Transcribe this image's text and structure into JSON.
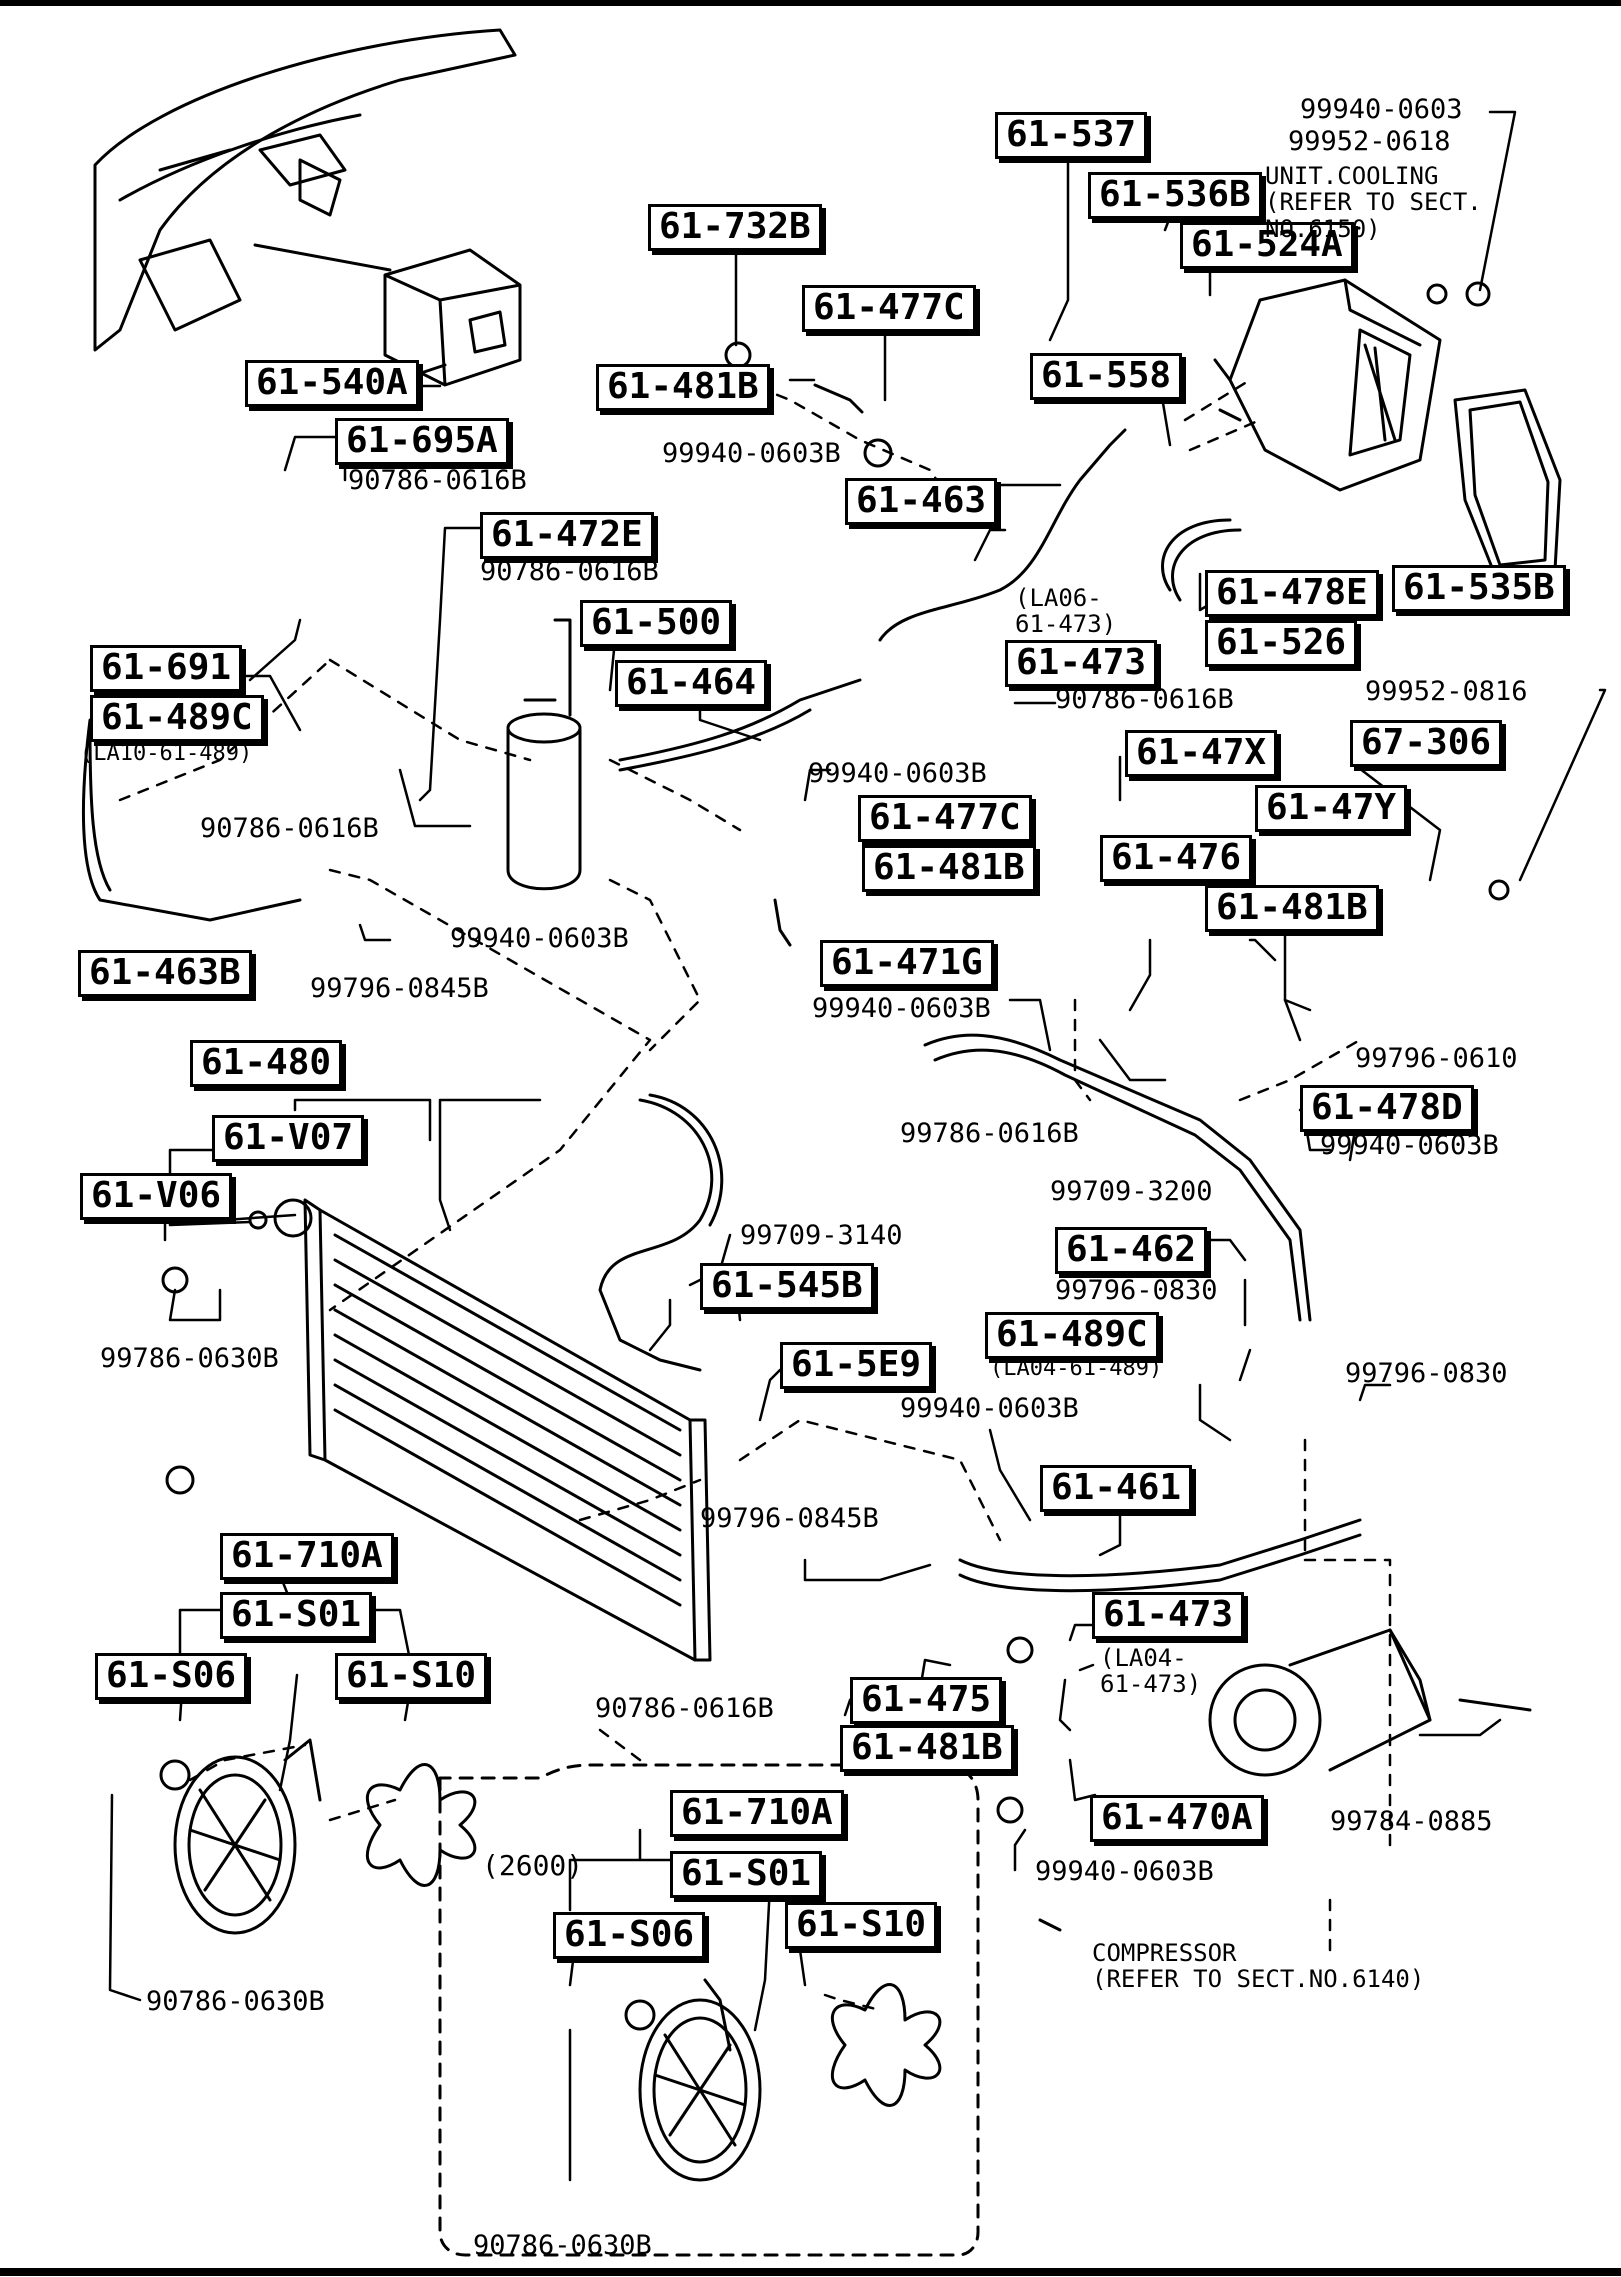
{
  "callouts": [
    {
      "id": "p1",
      "text": "61-537",
      "boxed": true
    },
    {
      "id": "p2",
      "text": "99940-0603",
      "boxed": false
    },
    {
      "id": "p3",
      "text": "99952-0618",
      "boxed": false
    },
    {
      "id": "p4",
      "text": "61-536B",
      "boxed": true
    },
    {
      "id": "p5",
      "text": "61-524A",
      "boxed": true
    },
    {
      "id": "p6",
      "text": "61-732B",
      "boxed": true
    },
    {
      "id": "p7",
      "text": "61-477C",
      "boxed": true
    },
    {
      "id": "p8",
      "text": "61-540A",
      "boxed": true
    },
    {
      "id": "p9",
      "text": "61-481B",
      "boxed": true
    },
    {
      "id": "p10",
      "text": "61-558",
      "boxed": true
    },
    {
      "id": "p11",
      "text": "61-695A",
      "boxed": true
    },
    {
      "id": "p12",
      "text": "99940-0603B",
      "boxed": false
    },
    {
      "id": "p13",
      "text": "90786-0616B",
      "boxed": false
    },
    {
      "id": "p14",
      "text": "61-463",
      "boxed": true
    },
    {
      "id": "p15",
      "text": "61-472E",
      "boxed": true
    },
    {
      "id": "p16",
      "text": "90786-0616B",
      "boxed": false
    },
    {
      "id": "p17",
      "text": "61-478E",
      "boxed": true
    },
    {
      "id": "p18",
      "text": "61-535B",
      "boxed": true
    },
    {
      "id": "p19",
      "text": "61-500",
      "boxed": true
    },
    {
      "id": "p20",
      "text": "61-526",
      "boxed": true
    },
    {
      "id": "p21",
      "text": "61-691",
      "boxed": true
    },
    {
      "id": "p22",
      "text": "61-464",
      "boxed": true
    },
    {
      "id": "p23",
      "text": "61-473",
      "boxed": true
    },
    {
      "id": "p24",
      "text": "61-489C",
      "boxed": true
    },
    {
      "id": "p25",
      "text": "90786-0616B",
      "boxed": false
    },
    {
      "id": "p26",
      "text": "99952-0816",
      "boxed": false
    },
    {
      "id": "p27",
      "text": "99940-0603B",
      "boxed": false
    },
    {
      "id": "p28",
      "text": "61-47X",
      "boxed": true
    },
    {
      "id": "p29",
      "text": "67-306",
      "boxed": true
    },
    {
      "id": "p30",
      "text": "61-477C",
      "boxed": true
    },
    {
      "id": "p31",
      "text": "61-47Y",
      "boxed": true
    },
    {
      "id": "p32",
      "text": "90786-0616B",
      "boxed": false
    },
    {
      "id": "p33",
      "text": "61-481B",
      "boxed": true
    },
    {
      "id": "p34",
      "text": "61-476",
      "boxed": true
    },
    {
      "id": "p35",
      "text": "99940-0603B",
      "boxed": false
    },
    {
      "id": "p36",
      "text": "61-481B",
      "boxed": true
    },
    {
      "id": "p37",
      "text": "61-471G",
      "boxed": true
    },
    {
      "id": "p38",
      "text": "61-463B",
      "boxed": true
    },
    {
      "id": "p39",
      "text": "99796-0845B",
      "boxed": false
    },
    {
      "id": "p40",
      "text": "99940-0603B",
      "boxed": false
    },
    {
      "id": "p41",
      "text": "99796-0610",
      "boxed": false
    },
    {
      "id": "p42",
      "text": "61-480",
      "boxed": true
    },
    {
      "id": "p43",
      "text": "61-478D",
      "boxed": true
    },
    {
      "id": "p44",
      "text": "61-V07",
      "boxed": true
    },
    {
      "id": "p45",
      "text": "99786-0616B",
      "boxed": false
    },
    {
      "id": "p46",
      "text": "99940-0603B",
      "boxed": false
    },
    {
      "id": "p47",
      "text": "61-V06",
      "boxed": true
    },
    {
      "id": "p48",
      "text": "99709-3200",
      "boxed": false
    },
    {
      "id": "p49",
      "text": "99709-3140",
      "boxed": false
    },
    {
      "id": "p50",
      "text": "61-462",
      "boxed": true
    },
    {
      "id": "p51",
      "text": "61-545B",
      "boxed": true
    },
    {
      "id": "p52",
      "text": "99796-0830",
      "boxed": false
    },
    {
      "id": "p53",
      "text": "99786-0630B",
      "boxed": false
    },
    {
      "id": "p54",
      "text": "61-489C",
      "boxed": true
    },
    {
      "id": "p55",
      "text": "61-5E9",
      "boxed": true
    },
    {
      "id": "p56",
      "text": "99796-0830",
      "boxed": false
    },
    {
      "id": "p57",
      "text": "99940-0603B",
      "boxed": false
    },
    {
      "id": "p58",
      "text": "61-461",
      "boxed": true
    },
    {
      "id": "p59",
      "text": "61-710A",
      "boxed": true
    },
    {
      "id": "p60",
      "text": "99796-0845B",
      "boxed": false
    },
    {
      "id": "p61",
      "text": "61-S01",
      "boxed": true
    },
    {
      "id": "p62",
      "text": "61-473",
      "boxed": true
    },
    {
      "id": "p63",
      "text": "61-S06",
      "boxed": true
    },
    {
      "id": "p64",
      "text": "61-S10",
      "boxed": true
    },
    {
      "id": "p65",
      "text": "61-475",
      "boxed": true
    },
    {
      "id": "p66",
      "text": "90786-0616B",
      "boxed": false
    },
    {
      "id": "p67",
      "text": "61-481B",
      "boxed": true
    },
    {
      "id": "p68",
      "text": "99784-0885",
      "boxed": false
    },
    {
      "id": "p69",
      "text": "61-470A",
      "boxed": true
    },
    {
      "id": "p70",
      "text": "61-710A",
      "boxed": true
    },
    {
      "id": "p71",
      "text": "99940-0603B",
      "boxed": false
    },
    {
      "id": "p72",
      "text": "61-S01",
      "boxed": true
    },
    {
      "id": "p73",
      "text": "61-S06",
      "boxed": true
    },
    {
      "id": "p74",
      "text": "61-S10",
      "boxed": true
    },
    {
      "id": "p75",
      "text": "90786-0630B",
      "boxed": false
    },
    {
      "id": "p76",
      "text": "90786-0630B",
      "boxed": false
    }
  ],
  "notes": {
    "cooling_unit": "UNIT.COOLING\n(REFER TO SECT.\nNO.6150)",
    "la06": "(LA06-\n61-473)",
    "la10": "(LA10-61-489)",
    "la04_489": "(LA04-61-489)",
    "la04_473": "(LA04-\n61-473)",
    "variant": "(2600)",
    "compressor": "COMPRESSOR\n(REFER TO SECT.NO.6140)"
  }
}
